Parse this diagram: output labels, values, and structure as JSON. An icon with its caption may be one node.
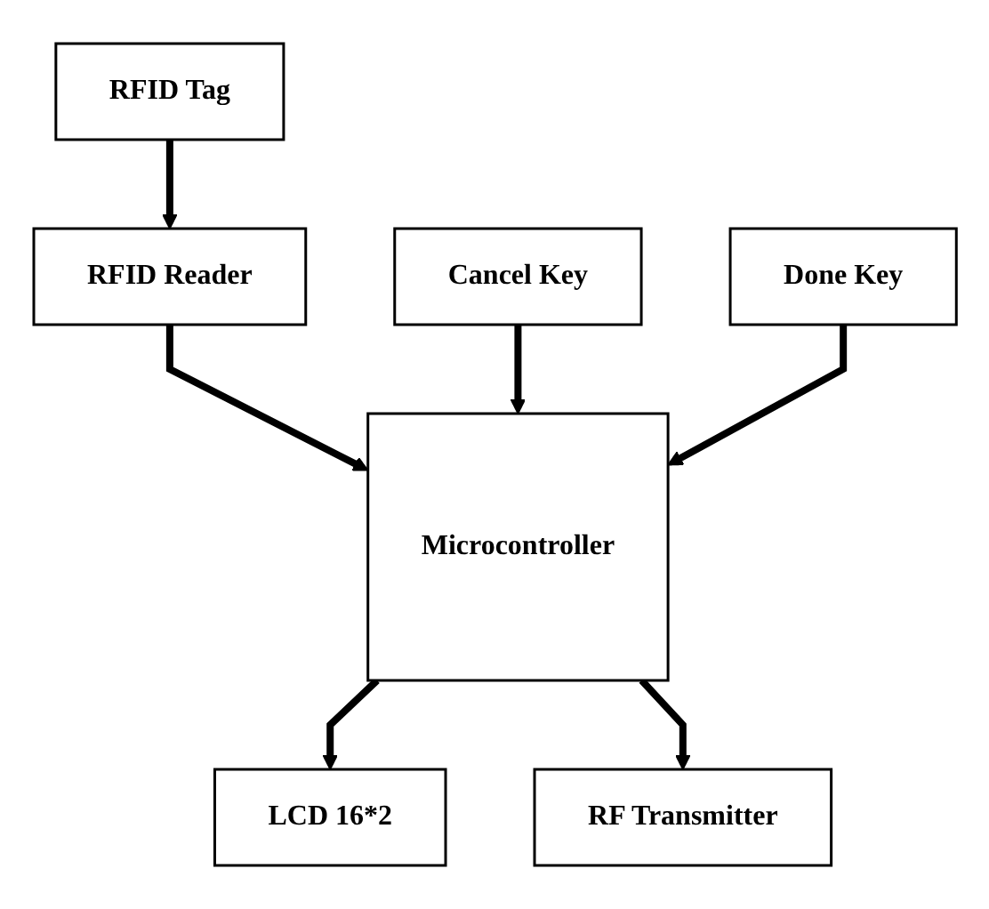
{
  "diagram": {
    "nodes": [
      {
        "text": [
          "LCD 16*2"
        ]
      },
      {
        "text": [
          "RFID Reader"
        ]
      },
      {
        "text": [
          "Microcontroller"
        ]
      },
      {
        "text": [
          "RF Transmitter"
        ]
      },
      {
        "text": [
          "RFID Tag"
        ]
      },
      {
        "text": [
          "Cancel Key"
        ]
      },
      {
        "text": [
          "Done Key"
        ]
      }
    ],
    "edges": [
      {
        "from": 2,
        "to": 0,
        "arrow": "to"
      },
      {
        "from": 1,
        "to": 2,
        "arrow": "to"
      },
      {
        "from": 2,
        "to": 3,
        "arrow": "to"
      },
      {
        "from": 4,
        "to": 1,
        "arrow": "to"
      },
      {
        "from": 5,
        "to": 2,
        "arrow": "to"
      },
      {
        "from": 6,
        "to": 2,
        "arrow": "to"
      }
    ]
  }
}
